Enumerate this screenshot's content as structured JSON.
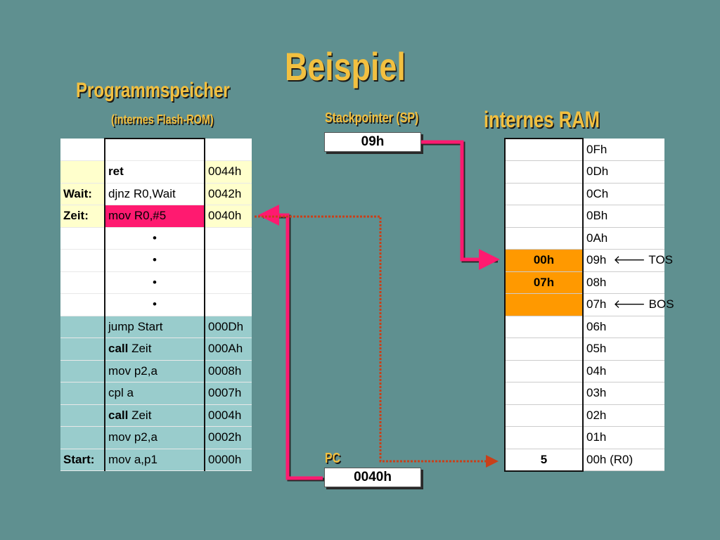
{
  "titles": {
    "main": "Beispiel",
    "program_memory": "Programmspeicher",
    "program_memory_sub": "(internes Flash-ROM)",
    "stackpointer": "Stackpointer (SP)",
    "ram": "internes RAM",
    "pc": "PC"
  },
  "sp_value": "09h",
  "pc_value": "0040h",
  "program_rows": [
    {
      "label": "",
      "code": "",
      "code_bold": "",
      "addr": ""
    },
    {
      "label": "",
      "code": "",
      "code_bold": "ret",
      "addr": "0044h"
    },
    {
      "label": "Wait:",
      "code": "djnz R0,Wait",
      "code_bold": "",
      "addr": "0042h"
    },
    {
      "label": "Zeit:",
      "code": "mov R0,#5",
      "code_bold": "",
      "addr": "0040h"
    },
    {
      "label": "",
      "code": "•",
      "code_bold": "",
      "addr": ""
    },
    {
      "label": "",
      "code": "•",
      "code_bold": "",
      "addr": ""
    },
    {
      "label": "",
      "code": "•",
      "code_bold": "",
      "addr": ""
    },
    {
      "label": "",
      "code": "•",
      "code_bold": "",
      "addr": ""
    },
    {
      "label": "",
      "code": "jump Start",
      "code_bold": "",
      "addr": "000Dh"
    },
    {
      "label": "",
      "code": " Zeit",
      "code_bold": "call",
      "addr": "000Ah"
    },
    {
      "label": "",
      "code": "mov p2,a",
      "code_bold": "",
      "addr": "0008h"
    },
    {
      "label": "",
      "code": "cpl a",
      "code_bold": "",
      "addr": "0007h"
    },
    {
      "label": "",
      "code": " Zeit",
      "code_bold": "call",
      "addr": "0004h"
    },
    {
      "label": "",
      "code": "mov p2,a",
      "code_bold": "",
      "addr": "0002h"
    },
    {
      "label": "Start:",
      "code": "mov a,p1",
      "code_bold": "",
      "addr": "0000h"
    }
  ],
  "ram_rows": [
    {
      "value": "",
      "addr": "0Fh",
      "pointer": ""
    },
    {
      "value": "",
      "addr": "0Dh",
      "pointer": ""
    },
    {
      "value": "",
      "addr": "0Ch",
      "pointer": ""
    },
    {
      "value": "",
      "addr": "0Bh",
      "pointer": ""
    },
    {
      "value": "",
      "addr": "0Ah",
      "pointer": ""
    },
    {
      "value": "00h",
      "addr": "09h",
      "pointer": "🡐 TOS"
    },
    {
      "value": "07h",
      "addr": "08h",
      "pointer": ""
    },
    {
      "value": "",
      "addr": "07h",
      "pointer": "🡐 BOS"
    },
    {
      "value": "",
      "addr": "06h",
      "pointer": ""
    },
    {
      "value": "",
      "addr": "05h",
      "pointer": ""
    },
    {
      "value": "",
      "addr": "04h",
      "pointer": ""
    },
    {
      "value": "",
      "addr": "03h",
      "pointer": ""
    },
    {
      "value": "",
      "addr": "02h",
      "pointer": ""
    },
    {
      "value": "",
      "addr": "01h",
      "pointer": ""
    },
    {
      "value": "5",
      "addr": "00h (R0)",
      "pointer": ""
    }
  ],
  "colors": {
    "background": "#5f9090",
    "title": "#f2c040",
    "highlight_row": "#ff1a70",
    "stack_cells": "#ff9900",
    "arrow_solid": "#ff1a70",
    "arrow_dotted": "#c8401a"
  }
}
